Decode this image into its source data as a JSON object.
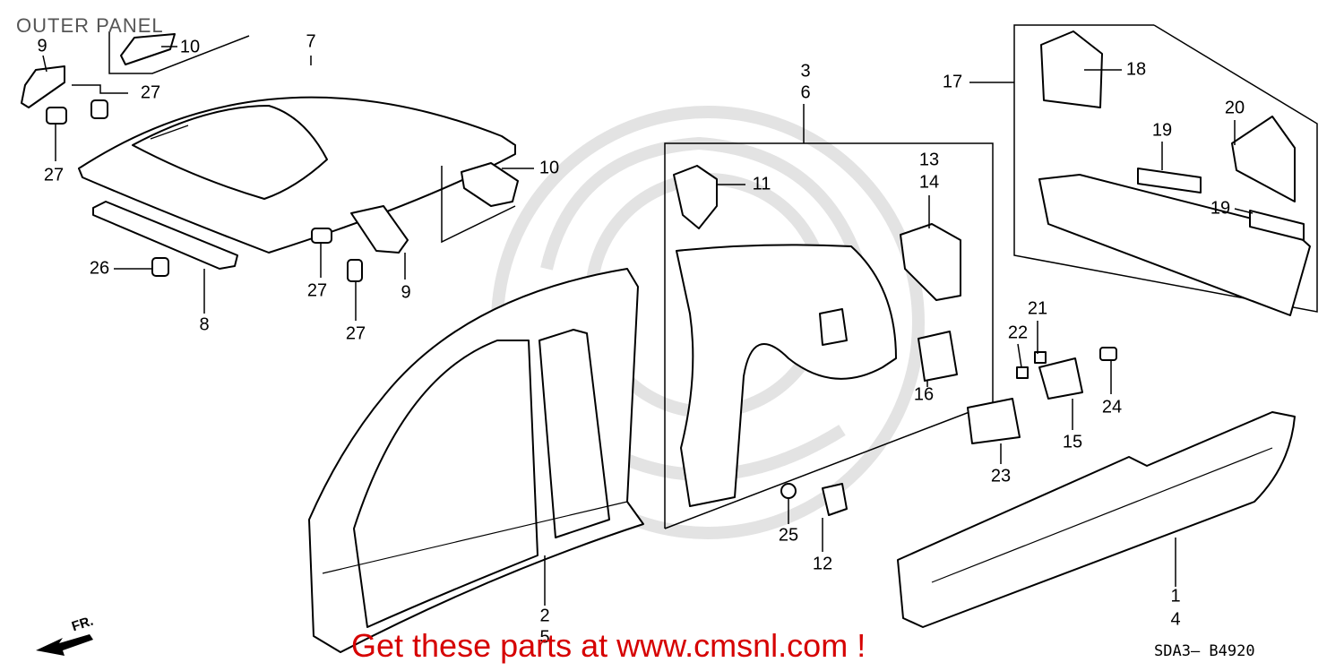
{
  "header": {
    "title": "OUTER PANEL"
  },
  "footer": {
    "promo": "Get these parts at www.cmsnl.com !",
    "diagram_code": "SDA3— B4920",
    "direction_label": "FR."
  },
  "part_numbers": [
    "1",
    "2",
    "3",
    "4",
    "5",
    "6",
    "7",
    "8",
    "9",
    "10",
    "11",
    "12",
    "13",
    "14",
    "15",
    "16",
    "17",
    "18",
    "19",
    "20",
    "21",
    "22",
    "23",
    "24",
    "25",
    "26",
    "27"
  ],
  "colors": {
    "promo": "#d60000",
    "title": "#555555",
    "lines": "#000000",
    "watermark": "#e3e3e3"
  }
}
